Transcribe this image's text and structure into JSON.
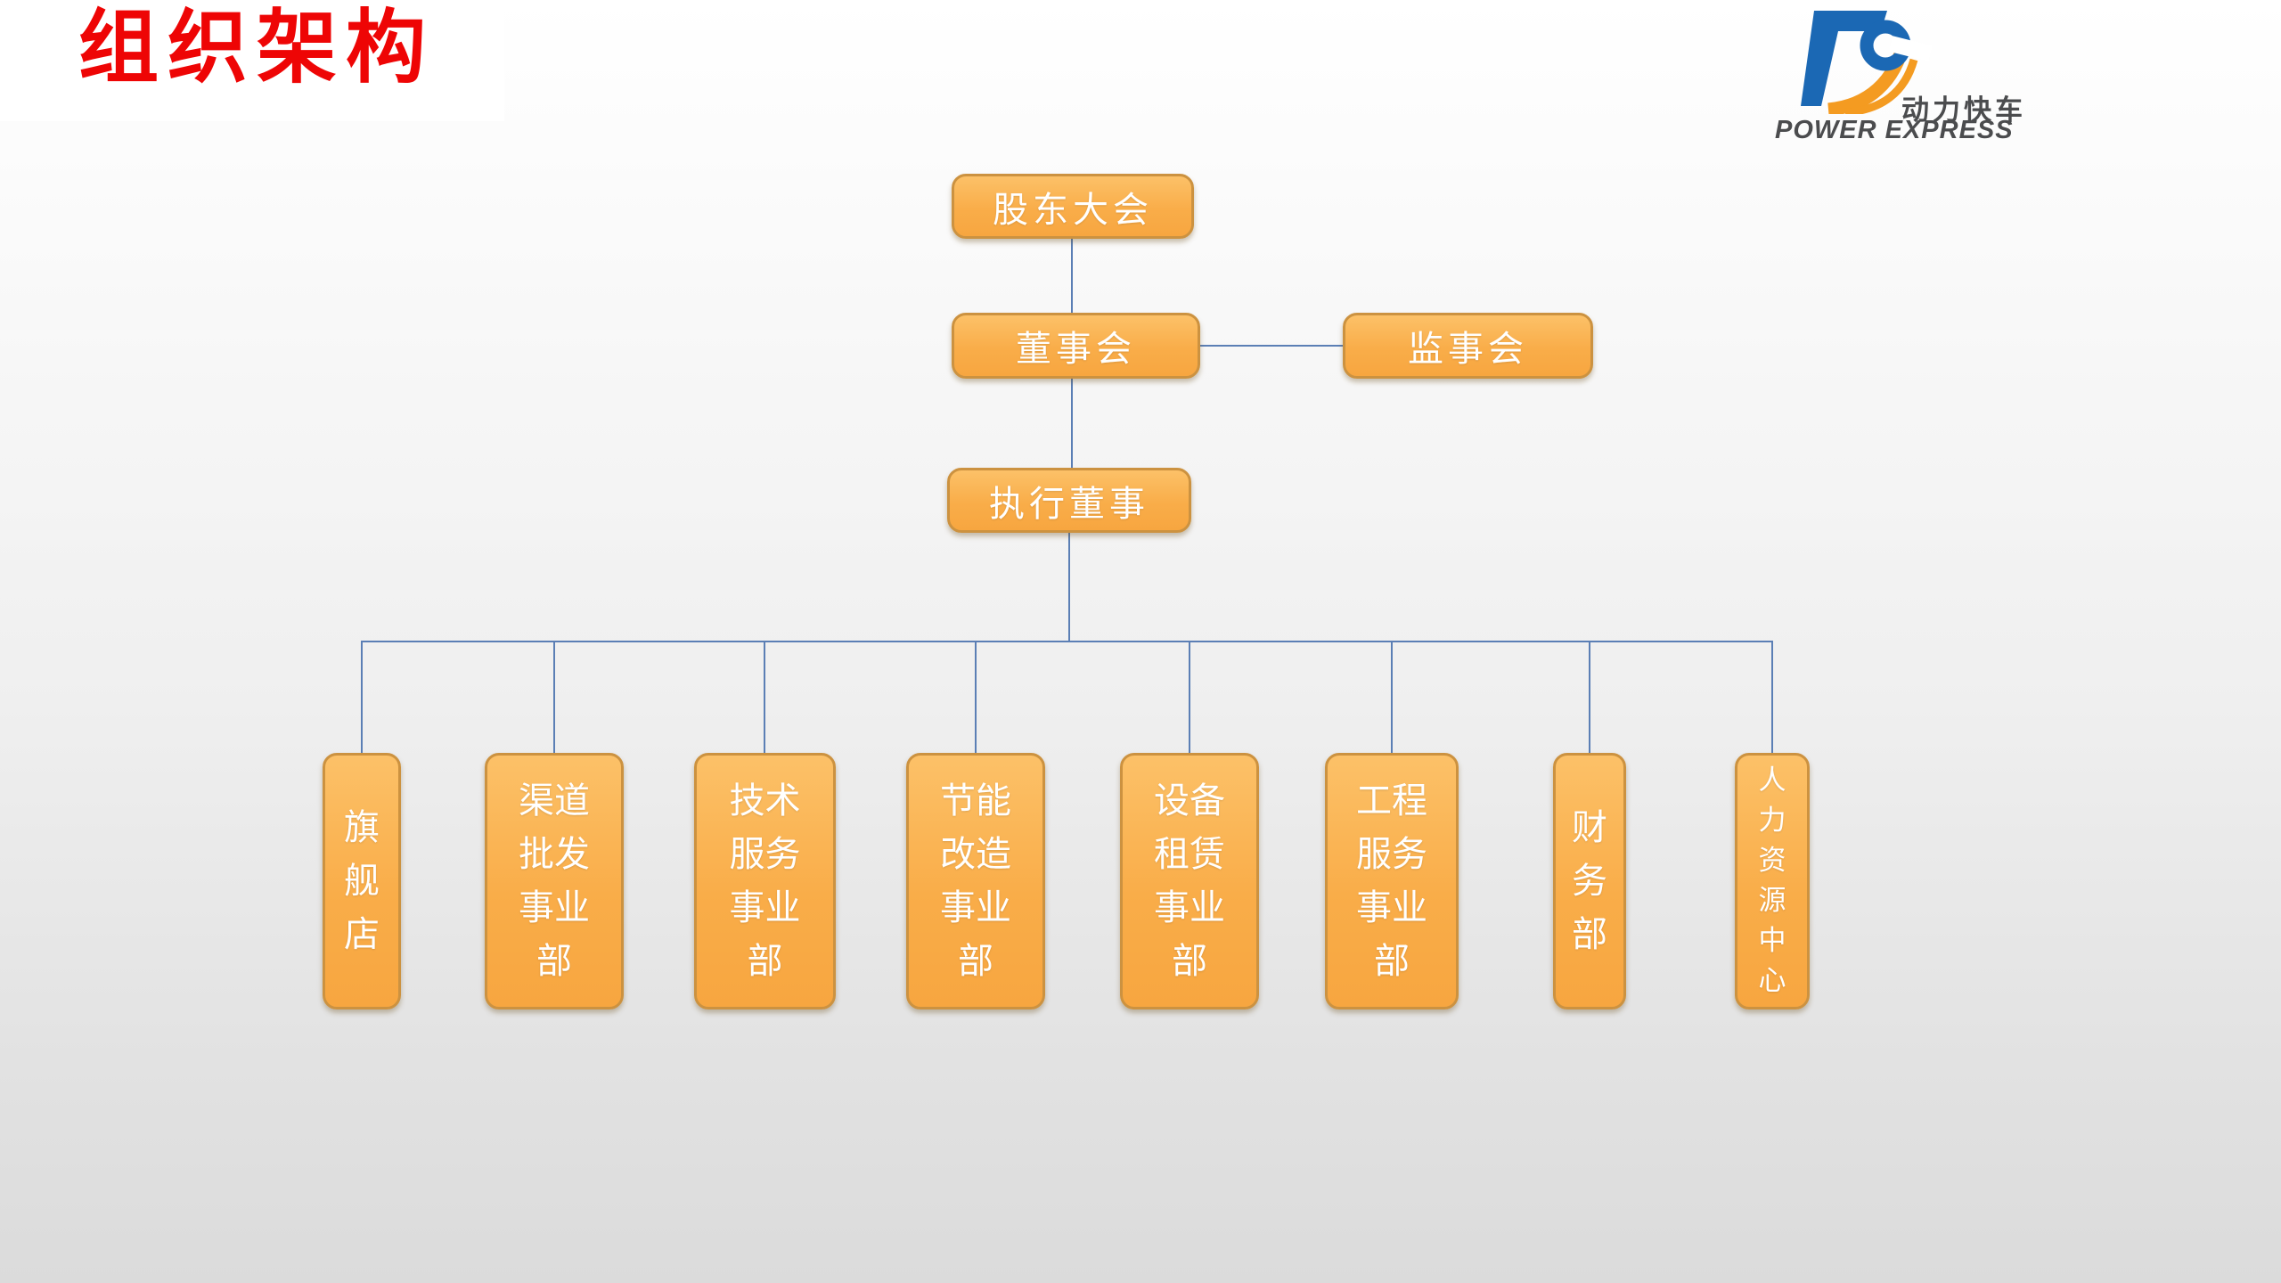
{
  "slide": {
    "title": "组织架构"
  },
  "logo": {
    "name_cn": "动力快车",
    "name_en": "POWER EXPRESS"
  },
  "colors": {
    "title_red": "#ee0505",
    "node_fill_top": "#fcc168",
    "node_fill_bottom": "#f7a640",
    "node_border": "#cc9240",
    "node_text": "#ffffff",
    "connector_blue": "#5b7fb5",
    "logo_blue": "#1b68b4",
    "logo_orange": "#f49b21",
    "logo_text_gray": "#4b4c4e",
    "background_top": "#ffffff",
    "background_bottom": "#dbdbdb"
  },
  "chart": {
    "root": {
      "label": "股东大会"
    },
    "board": {
      "label": "董事会"
    },
    "supervisory": {
      "label": "监事会"
    },
    "executive": {
      "label": "执行董事"
    },
    "departments": [
      {
        "label": "旗舰店",
        "display": "旗\n舰\n店"
      },
      {
        "label": "渠道批发事业部",
        "display": "渠道\n批发\n事业\n部"
      },
      {
        "label": "技术服务事业部",
        "display": "技术\n服务\n事业\n部"
      },
      {
        "label": "节能改造事业部",
        "display": "节能\n改造\n事业\n部"
      },
      {
        "label": "设备租赁事业部",
        "display": "设备\n租赁\n事业\n部"
      },
      {
        "label": "工程服务事业部",
        "display": "工程\n服务\n事业\n部"
      },
      {
        "label": "财务部",
        "display": "财\n务\n部"
      },
      {
        "label": "人力资源中心",
        "display": "人\n力\n资\n源\n中\n心"
      }
    ]
  }
}
